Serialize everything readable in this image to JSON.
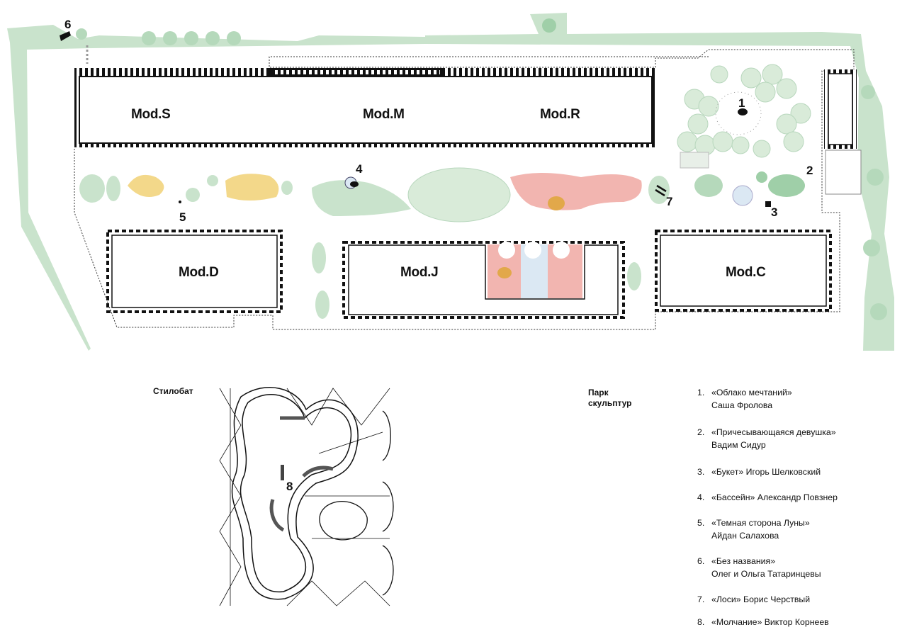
{
  "map": {
    "blocks": [
      {
        "id": "s",
        "label": "Mod.S"
      },
      {
        "id": "m",
        "label": "Mod.M"
      },
      {
        "id": "r",
        "label": "Mod.R"
      },
      {
        "id": "d",
        "label": "Mod.D"
      },
      {
        "id": "j",
        "label": "Mod.J"
      },
      {
        "id": "c",
        "label": "Mod.C"
      }
    ],
    "markers": [
      "1",
      "2",
      "3",
      "4",
      "5",
      "6",
      "7",
      "8"
    ]
  },
  "sections": {
    "stylobate": "Стилобат",
    "sculpture_park": "Парк\nскульптур"
  },
  "legend": [
    {
      "num": "1.",
      "line1": "«Облако мечтаний»",
      "line2": "Саша Фролова"
    },
    {
      "num": "2.",
      "line1": "«Причесывающаяся девушка»",
      "line2": "Вадим Сидур"
    },
    {
      "num": "3.",
      "line1": "«Букет» Игорь Шелковский",
      "line2": ""
    },
    {
      "num": "4.",
      "line1": "«Бассейн» Александр Повзнер",
      "line2": ""
    },
    {
      "num": "5.",
      "line1": "«Темная сторона Луны»",
      "line2": "Айдан Салахова"
    },
    {
      "num": "6.",
      "line1": "«Без названия»",
      "line2": "Олег и Ольга Татаринцевы"
    },
    {
      "num": "7.",
      "line1": "«Лоси» Борис Черствый",
      "line2": ""
    },
    {
      "num": "8.",
      "line1": "«Молчание» Виктор Корнеев",
      "line2": ""
    }
  ],
  "colors": {
    "greenery": "#c9e3cc",
    "greenery_dark": "#9fcfa8",
    "lawn": "#d9ebd9",
    "pink": "#f2b5b0",
    "yellow": "#f3d88a",
    "blue": "#dbe8f3",
    "building_outline": "#111111"
  }
}
